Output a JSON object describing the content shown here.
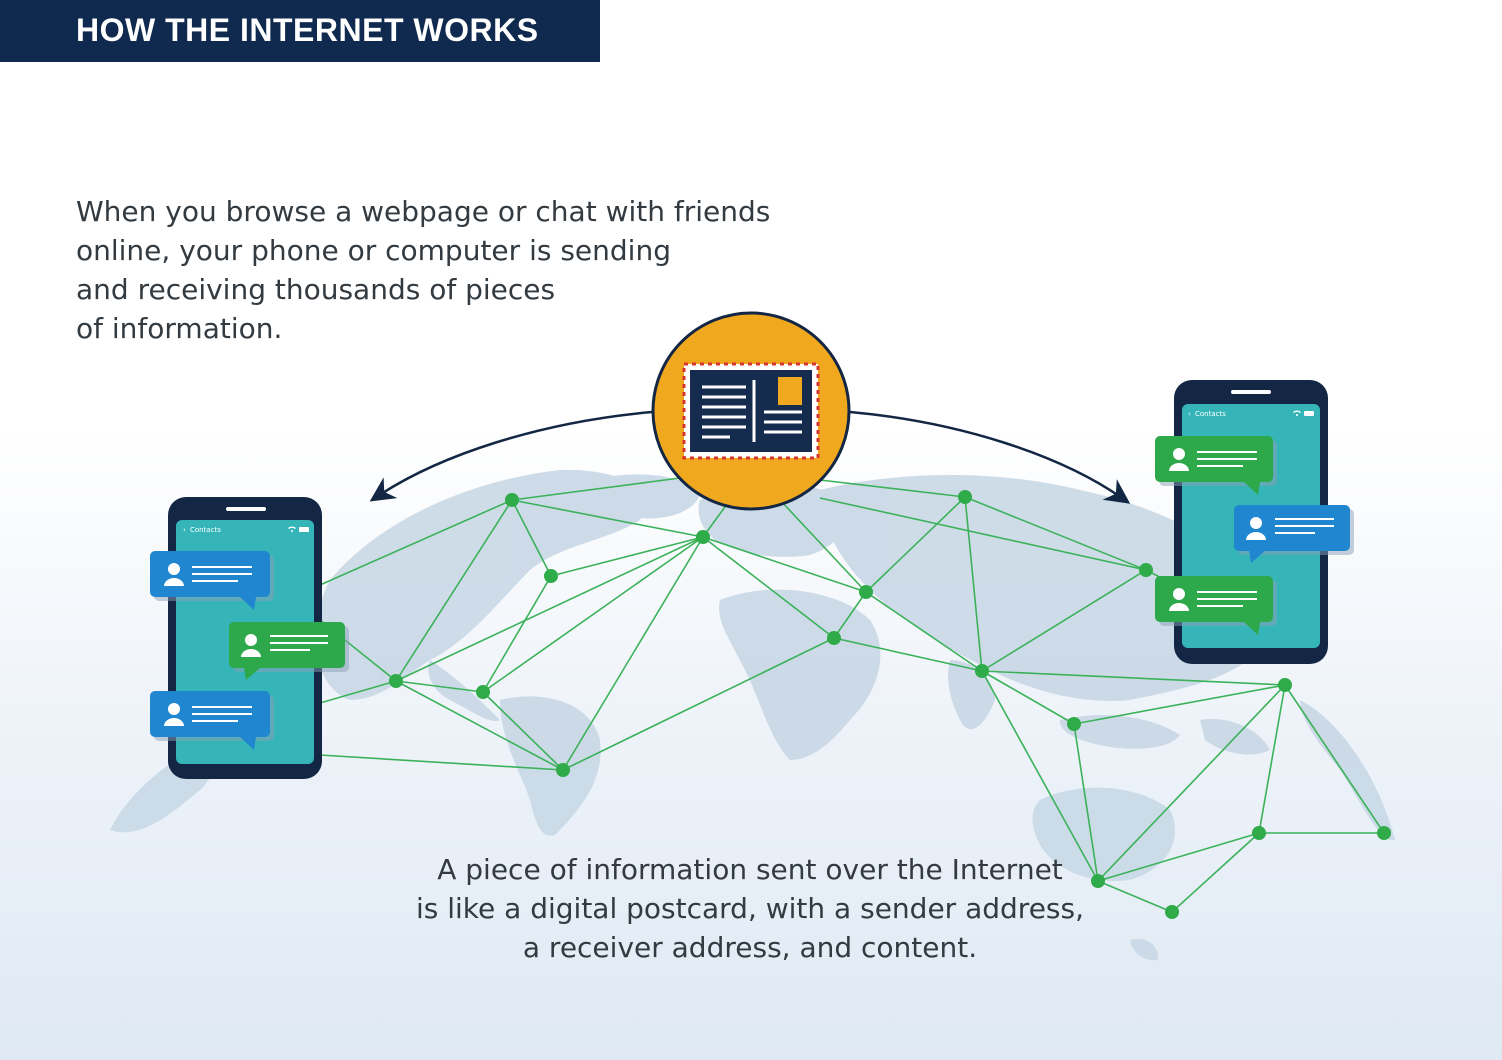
{
  "header": {
    "title": "HOW THE INTERNET WORKS"
  },
  "intro": {
    "lines": [
      "When you browse a webpage or chat with friends",
      "online, your phone or computer is sending",
      "and receiving thousands of pieces",
      "of information."
    ]
  },
  "caption": {
    "lines": [
      "A piece of information sent over the Internet",
      "is like a digital postcard, with a sender address,",
      "a receiver address, and content."
    ]
  },
  "phones": {
    "left": {
      "back_label": "Contacts"
    },
    "right": {
      "back_label": "Contacts"
    }
  },
  "colors": {
    "title_bg": "#0f2a4e",
    "network_green": "#2fab4a",
    "network_line": "#3bb25a",
    "phone_screen": "#36b5b8",
    "phone_body": "#132744",
    "bubble_blue": "#1f86cf",
    "bubble_green": "#2da84a",
    "postcard_circle": "#f0a81f",
    "postcard_navy": "#162c4f",
    "map": "#c9d8e6"
  },
  "icons": [
    "postcard-icon",
    "user-icon",
    "wifi-icon",
    "battery-icon",
    "arrow-left-icon",
    "arrow-right-icon"
  ]
}
